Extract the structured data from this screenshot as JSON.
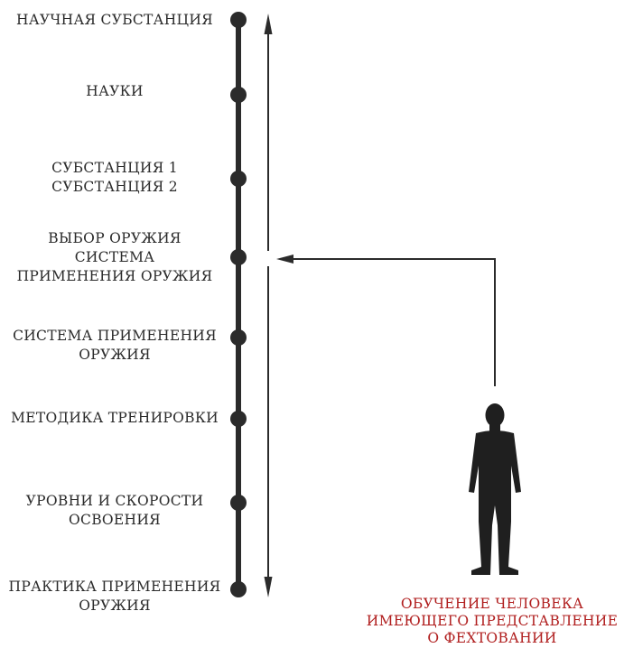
{
  "steps": [
    {
      "id": "scientific-substance",
      "lines": [
        "НАУЧНАЯ СУБСТАНЦИЯ"
      ]
    },
    {
      "id": "sciences",
      "lines": [
        "НАУКИ"
      ]
    },
    {
      "id": "substances",
      "lines": [
        "СУБСТАНЦИЯ 1",
        "СУБСТАНЦИЯ 2"
      ]
    },
    {
      "id": "weapon-choice",
      "lines": [
        "ВЫБОР ОРУЖИЯ",
        "СИСТЕМА",
        "ПРИМЕНЕНИЯ ОРУЖИЯ"
      ]
    },
    {
      "id": "weapon-system",
      "lines": [
        "СИСТЕМА ПРИМЕНЕНИЯ",
        "ОРУЖИЯ"
      ]
    },
    {
      "id": "training-method",
      "lines": [
        "МЕТОДИКА ТРЕНИРОВКИ"
      ]
    },
    {
      "id": "levels-speed",
      "lines": [
        "УРОВНИ И СКОРОСТИ",
        "ОСВОЕНИЯ"
      ]
    },
    {
      "id": "weapon-practice",
      "lines": [
        "ПРАКТИКА ПРИМЕНЕНИЯ",
        "ОРУЖИЯ"
      ]
    }
  ],
  "entry_step_id": "weapon-choice",
  "caption": {
    "lines": [
      "ОБУЧЕНИЕ ЧЕЛОВЕКА",
      "ИМЕЮЩЕГО ПРЕДСТАВЛЕНИЕ",
      "О ФЕХТОВАНИИ"
    ],
    "color": "#b01e1e"
  },
  "colors": {
    "timeline": "#2b2b2b",
    "text": "#2b2b2b",
    "figure": "#1f1f1f"
  },
  "icons": {
    "person": "person-silhouette-icon"
  }
}
